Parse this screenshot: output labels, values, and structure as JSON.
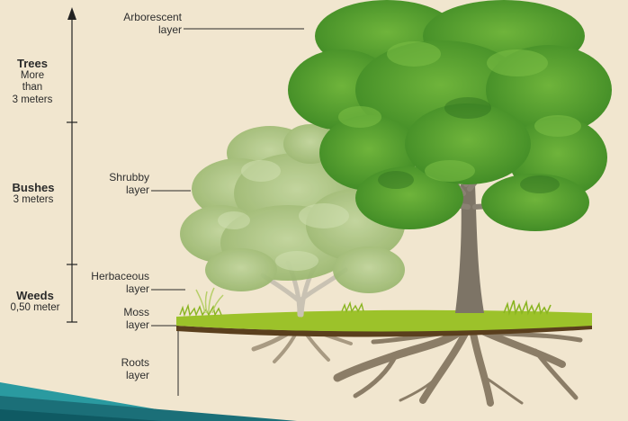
{
  "height_scale": {
    "trees": {
      "name": "Trees",
      "desc_lines": [
        "More",
        "than",
        "3 meters"
      ]
    },
    "bushes": {
      "name": "Bushes",
      "desc": "3 meters"
    },
    "weeds": {
      "name": "Weeds",
      "desc": "0,50 meter"
    }
  },
  "layers": {
    "arborescent": {
      "line1": "Arborescent",
      "line2": "layer"
    },
    "shrubby": {
      "line1": "Shrubby",
      "line2": "layer"
    },
    "herbaceous": {
      "line1": "Herbaceous",
      "line2": "layer"
    },
    "moss": {
      "line1": "Moss",
      "line2": "layer"
    },
    "roots": {
      "line1": "Roots",
      "line2": "layer"
    }
  },
  "colors": {
    "background": "#f1e6cf",
    "tree_foliage": "#4f9a2c",
    "bush_foliage": "#a9c27e",
    "grass": "#9cc22a",
    "soil": "#5a3f1d",
    "roots": "#8b7d67",
    "trunk": "#7d7466",
    "footer_teal": "#1b7f86"
  }
}
